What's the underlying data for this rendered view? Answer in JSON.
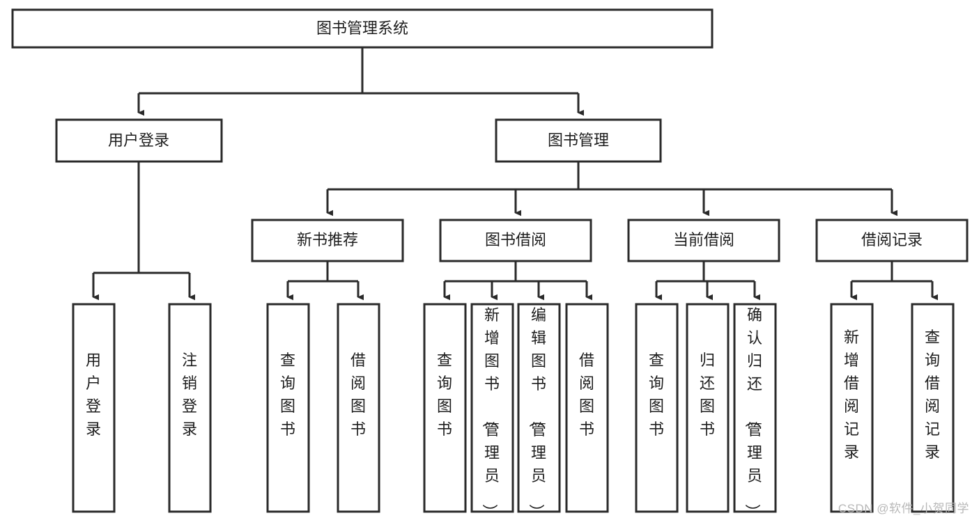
{
  "diagram": {
    "type": "tree",
    "title": "图书管理系统",
    "watermark": "CSDN @软件_小贺同学",
    "colors": {
      "stroke": "#2a2a2a",
      "fill": "#ffffff",
      "text": "#1d1d1d",
      "watermark": "#b8b8b8"
    },
    "levels": {
      "root": {
        "label": "图书管理系统"
      },
      "level2": [
        {
          "id": "user-login",
          "label": "用户登录"
        },
        {
          "id": "book-manage",
          "label": "图书管理"
        }
      ],
      "level3": [
        {
          "id": "new-book-recommend",
          "label": "新书推荐"
        },
        {
          "id": "book-borrow",
          "label": "图书借阅"
        },
        {
          "id": "current-borrow",
          "label": "当前借阅"
        },
        {
          "id": "borrow-record",
          "label": "借阅记录"
        }
      ],
      "leaves": {
        "user-login": [
          {
            "id": "leaf-user-login",
            "label": "用户登录"
          },
          {
            "id": "leaf-user-logout",
            "label": "注销登录"
          }
        ],
        "new-book-recommend": [
          {
            "id": "leaf-query-book-1",
            "label": "查询图书"
          },
          {
            "id": "leaf-borrow-book-1",
            "label": "借阅图书"
          }
        ],
        "book-borrow": [
          {
            "id": "leaf-query-book-2",
            "label": "查询图书"
          },
          {
            "id": "leaf-add-book",
            "label": "新增图书（管理员）"
          },
          {
            "id": "leaf-edit-book",
            "label": "编辑图书（管理员）"
          },
          {
            "id": "leaf-borrow-book-2",
            "label": "借阅图书"
          }
        ],
        "current-borrow": [
          {
            "id": "leaf-query-book-3",
            "label": "查询图书"
          },
          {
            "id": "leaf-return-book",
            "label": "归还图书"
          },
          {
            "id": "leaf-confirm-return",
            "label": "确认归还（管理员）"
          }
        ],
        "borrow-record": [
          {
            "id": "leaf-add-record",
            "label": "新增借阅记录"
          },
          {
            "id": "leaf-query-record",
            "label": "查询借阅记录"
          }
        ]
      }
    }
  }
}
